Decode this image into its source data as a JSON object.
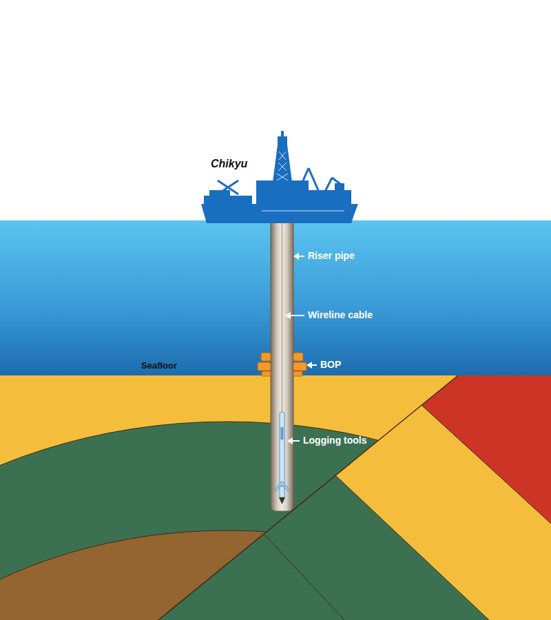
{
  "diagram": {
    "labels": [
      "Chikyu",
      "Riser pipe",
      "Wireline cable",
      "Seafloor",
      "BOP",
      "Logging tools"
    ]
  }
}
